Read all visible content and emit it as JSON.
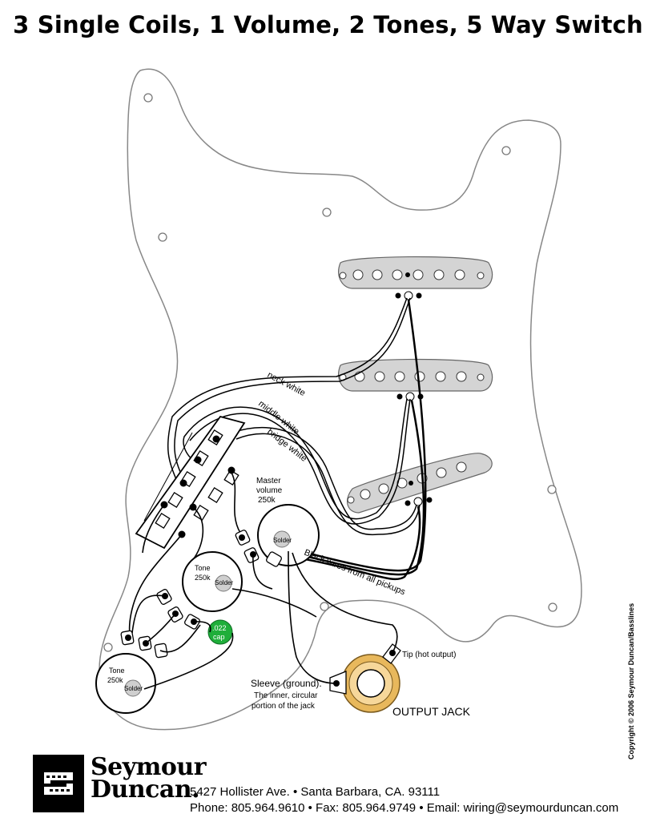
{
  "title": "3 Single Coils, 1 Volume, 2 Tones, 5 Way Switch",
  "labels": {
    "neck_white": "neck white",
    "middle_white": "middle white",
    "bridge_white": "bridge white",
    "master_volume_1": "Master",
    "master_volume_2": "volume",
    "master_volume_3": "250k",
    "solder": "Solder",
    "black_wires": "Black wires from all pickups",
    "tone1_a": "Tone",
    "tone1_b": "250k",
    "tone2_a": "Tone",
    "tone2_b": "250k",
    "cap_1": ".022",
    "cap_2": "cap",
    "tip": "Tip (hot output)",
    "sleeve_1": "Sleeve (ground).",
    "sleeve_2": "The inner, circular",
    "sleeve_3": "portion of the jack",
    "output_jack": "OUTPUT JACK"
  },
  "colors": {
    "pickguard_fill": "#ffffff",
    "pickup_fill": "#d4d4d4",
    "cap_green": "#1fae3a",
    "jack_ring": "#e8b85c",
    "wire": "#000000"
  },
  "footer": {
    "copyright": "Copyright © 2006 Seymour Duncan/Basslines",
    "brand_line1": "Seymour",
    "brand_line2": "Duncan.",
    "address": "5427 Hollister Ave. • Santa Barbara, CA. 93111",
    "contact": "Phone: 805.964.9610 • Fax: 805.964.9749 • Email: wiring@seymourduncan.com"
  }
}
